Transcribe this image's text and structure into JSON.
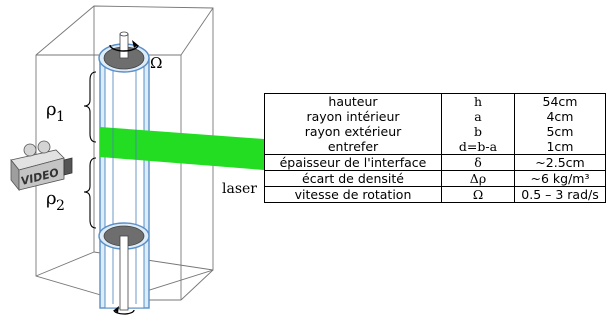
{
  "diagram": {
    "omega_label": "Ω",
    "rho1_label": "ρ",
    "rho1_subscript": "1",
    "rho2_label": "ρ",
    "rho2_subscript": "2",
    "laser_label": "laser",
    "camera_label": "VIDEO"
  },
  "table": {
    "rows": [
      {
        "name": "hauteur",
        "symbol": "h",
        "value": "54cm"
      },
      {
        "name": "rayon intérieur",
        "symbol": "a",
        "value": "4cm"
      },
      {
        "name": "rayon extérieur",
        "symbol": "b",
        "value": "5cm"
      },
      {
        "name": "entrefer",
        "symbol": "d=b-a",
        "value": "1cm"
      },
      {
        "name": "épaisseur de l'interface",
        "symbol": "δ",
        "value": "~2.5cm"
      },
      {
        "name": "écart de densité",
        "symbol": "Δρ",
        "value": "~6 kg/m³"
      },
      {
        "name": "vitesse de rotation",
        "symbol": "Ω",
        "value": "0.5 – 3 rad/s"
      }
    ]
  }
}
